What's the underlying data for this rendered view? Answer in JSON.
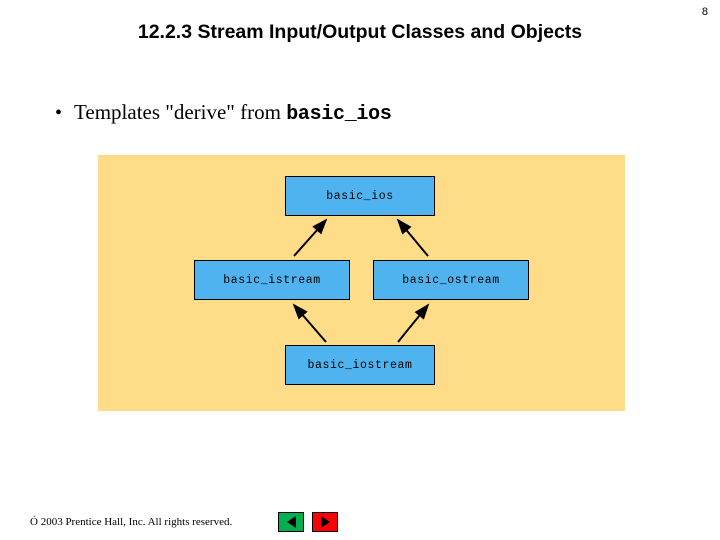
{
  "slide": {
    "page_number": "8",
    "title": "12.2.3 Stream Input/Output Classes and Objects",
    "bullet": {
      "marker": "•",
      "text_before": "Templates \"derive\" from ",
      "code": "basic_ios"
    },
    "footer": {
      "copyright": "Ó 2003 Prentice Hall, Inc. All rights reserved.",
      "prev_label": "◀",
      "next_label": "▶"
    },
    "colors": {
      "panel_background": "#ffdd88",
      "node_fill": "#4eb3ee",
      "node_border": "#000000",
      "prev_button": "#00b050",
      "next_button": "#ff0000"
    }
  },
  "diagram": {
    "nodes": [
      {
        "id": "basic_ios",
        "label": "basic_ios"
      },
      {
        "id": "basic_istream",
        "label": "basic_istream"
      },
      {
        "id": "basic_ostream",
        "label": "basic_ostream"
      },
      {
        "id": "basic_iostream",
        "label": "basic_iostream"
      }
    ],
    "edges": [
      {
        "from": "basic_istream",
        "to": "basic_ios"
      },
      {
        "from": "basic_ostream",
        "to": "basic_ios"
      },
      {
        "from": "basic_iostream",
        "to": "basic_istream"
      },
      {
        "from": "basic_iostream",
        "to": "basic_ostream"
      }
    ]
  }
}
